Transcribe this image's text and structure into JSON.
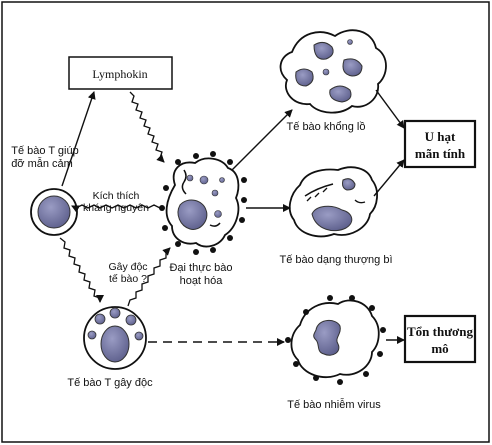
{
  "labels": {
    "lymphokin": "Lymphokin",
    "t_helper_1": "Tế bào T giúp",
    "t_helper_2": "đỡ mẫn cảm",
    "stim_1": "Kích thích",
    "stim_2": "kháng nguyên",
    "cytotox_1": "Gây độc",
    "cytotox_2": "tế bào ?",
    "macro_1": "Đại thực bào",
    "macro_2": "hoạt hóa",
    "giant": "Tế bào khổng lồ",
    "epithelioid": "Tế bào dạng thượng bì",
    "t_cytotoxic": "Tế bào T gây độc",
    "infected": "Tế bào nhiễm virus",
    "granuloma_1": "U hạt",
    "granuloma_2": "mãn tính",
    "damage_1": "Tổn thương",
    "damage_2": "mô"
  },
  "colors": {
    "line": "#111111",
    "nucleus_fill": "#7d7fa8",
    "nucleus_dark": "#5d5f8c"
  }
}
